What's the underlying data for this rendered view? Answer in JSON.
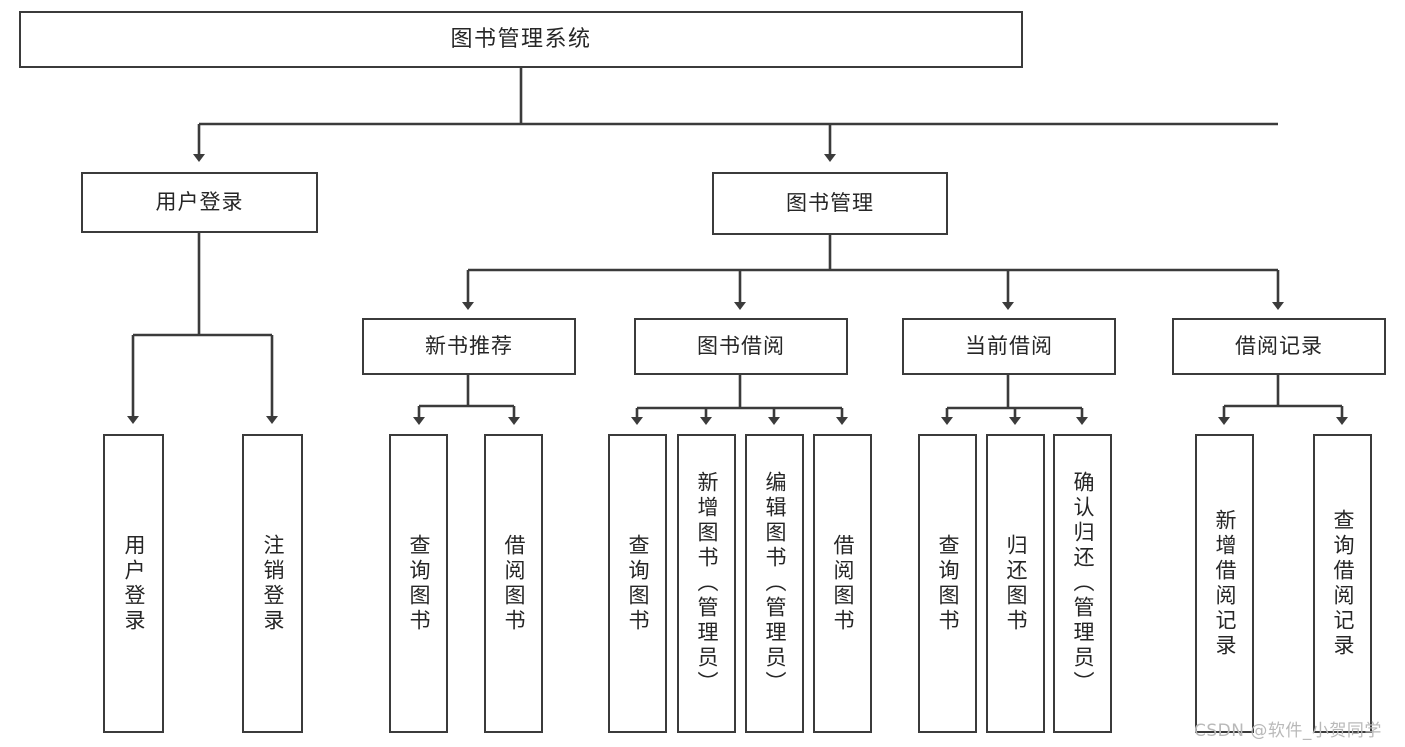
{
  "diagram": {
    "title": "图书管理系统",
    "watermark": "CSDN @软件_小贺同学",
    "colors": {
      "stroke": "#3b3b3b",
      "fill": "#ffffff",
      "text": "#262626",
      "watermark": "#b9b9b9"
    },
    "root": {
      "label": "图书管理系统"
    },
    "level2": [
      {
        "label": "用户登录"
      },
      {
        "label": "图书管理"
      }
    ],
    "level3": [
      {
        "label": "新书推荐"
      },
      {
        "label": "图书借阅"
      },
      {
        "label": "当前借阅"
      },
      {
        "label": "借阅记录"
      }
    ],
    "leaves": {
      "user_login": [
        {
          "label": "用户登录"
        },
        {
          "label": "注销登录"
        }
      ],
      "new_book_recommend": [
        {
          "label": "查询图书"
        },
        {
          "label": "借阅图书"
        }
      ],
      "book_borrow": [
        {
          "label": "查询图书"
        },
        {
          "label": "新增图书（管理员）"
        },
        {
          "label": "编辑图书（管理员）"
        },
        {
          "label": "借阅图书"
        }
      ],
      "current_borrow": [
        {
          "label": "查询图书"
        },
        {
          "label": "归还图书"
        },
        {
          "label": "确认归还（管理员）"
        }
      ],
      "borrow_record": [
        {
          "label": "新增借阅记录"
        },
        {
          "label": "查询借阅记录"
        }
      ]
    }
  },
  "chart_data": {
    "type": "diagram",
    "title": "图书管理系统",
    "structure": "tree",
    "nodes": [
      {
        "id": "root",
        "label": "图书管理系统",
        "level": 0,
        "parent": null
      },
      {
        "id": "n1",
        "label": "用户登录",
        "level": 1,
        "parent": "root"
      },
      {
        "id": "n2",
        "label": "图书管理",
        "level": 1,
        "parent": "root"
      },
      {
        "id": "n1a",
        "label": "用户登录",
        "level": 2,
        "parent": "n1"
      },
      {
        "id": "n1b",
        "label": "注销登录",
        "level": 2,
        "parent": "n1"
      },
      {
        "id": "n2a",
        "label": "新书推荐",
        "level": 2,
        "parent": "n2"
      },
      {
        "id": "n2b",
        "label": "图书借阅",
        "level": 2,
        "parent": "n2"
      },
      {
        "id": "n2c",
        "label": "当前借阅",
        "level": 2,
        "parent": "n2"
      },
      {
        "id": "n2d",
        "label": "借阅记录",
        "level": 2,
        "parent": "n2"
      },
      {
        "id": "n2a1",
        "label": "查询图书",
        "level": 3,
        "parent": "n2a"
      },
      {
        "id": "n2a2",
        "label": "借阅图书",
        "level": 3,
        "parent": "n2a"
      },
      {
        "id": "n2b1",
        "label": "查询图书",
        "level": 3,
        "parent": "n2b"
      },
      {
        "id": "n2b2",
        "label": "新增图书（管理员）",
        "level": 3,
        "parent": "n2b"
      },
      {
        "id": "n2b3",
        "label": "编辑图书（管理员）",
        "level": 3,
        "parent": "n2b"
      },
      {
        "id": "n2b4",
        "label": "借阅图书",
        "level": 3,
        "parent": "n2b"
      },
      {
        "id": "n2c1",
        "label": "查询图书",
        "level": 3,
        "parent": "n2c"
      },
      {
        "id": "n2c2",
        "label": "归还图书",
        "level": 3,
        "parent": "n2c"
      },
      {
        "id": "n2c3",
        "label": "确认归还（管理员）",
        "level": 3,
        "parent": "n2c"
      },
      {
        "id": "n2d1",
        "label": "新增借阅记录",
        "level": 3,
        "parent": "n2d"
      },
      {
        "id": "n2d2",
        "label": "查询借阅记录",
        "level": 3,
        "parent": "n2d"
      }
    ]
  }
}
